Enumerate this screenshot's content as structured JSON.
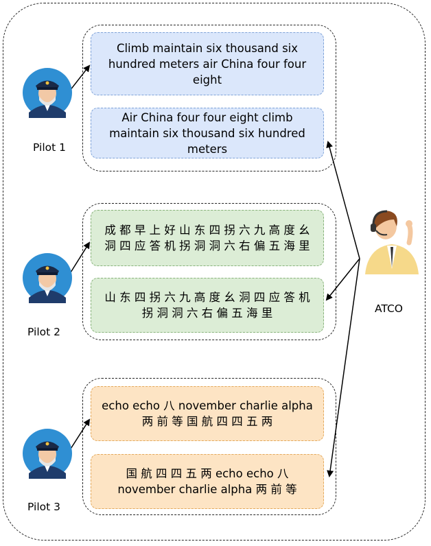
{
  "pilots": [
    {
      "label": "Pilot 1"
    },
    {
      "label": "Pilot 2"
    },
    {
      "label": "Pilot 3"
    }
  ],
  "atco": {
    "label": "ATCO"
  },
  "messages": {
    "m1a": "Climb maintain six thousand six hundred meters air China four four eight",
    "m1b": "Air China four four eight climb maintain six thousand six hundred meters",
    "m2a": "成 都 早 上 好 山 东 四 拐 六 九 高 度 幺 洞 四 应 答 机 拐 洞 洞 六 右 偏 五 海 里",
    "m2b": "山 东 四 拐 六 九 高 度 幺 洞 四 应 答 机 拐 洞 洞 六 右 偏 五 海 里",
    "m3a": "echo echo 八 november charlie alpha 两 前 等 国 航 四 四 五 两",
    "m3b": "国 航 四 四 五 两 echo echo 八 november charlie alpha 两 前 等"
  },
  "colors": {
    "blue_fill": "#dbe7fb",
    "green_fill": "#dcedd6",
    "orange_fill": "#fde4c4"
  }
}
